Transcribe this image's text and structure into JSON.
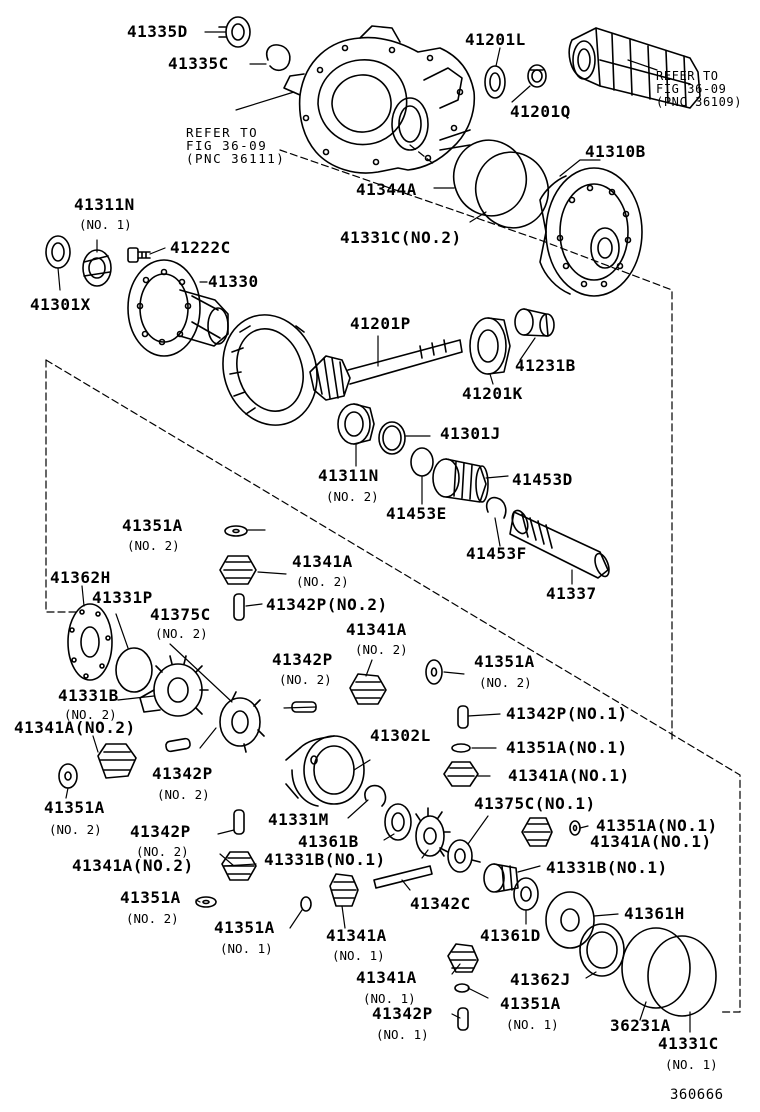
{
  "parts": [
    {
      "id": "p_41335D",
      "pn": "41335D"
    },
    {
      "id": "p_41335C",
      "pn": "41335C"
    },
    {
      "id": "p_41201L",
      "pn": "41201L"
    },
    {
      "id": "p_41201Q",
      "pn": "41201Q"
    },
    {
      "id": "p_41310B",
      "pn": "41310B"
    },
    {
      "id": "p_41344A",
      "pn": "41344A"
    },
    {
      "id": "p_41331C_no2",
      "pn": "41331C(NO.2)"
    },
    {
      "id": "p_41311N_top",
      "pn": "41311N",
      "note": "(NO. 1)"
    },
    {
      "id": "p_41222C",
      "pn": "41222C"
    },
    {
      "id": "p_41330",
      "pn": "41330"
    },
    {
      "id": "p_41301X",
      "pn": "41301X"
    },
    {
      "id": "p_41201P",
      "pn": "41201P"
    },
    {
      "id": "p_41231B",
      "pn": "41231B"
    },
    {
      "id": "p_41201K",
      "pn": "41201K"
    },
    {
      "id": "p_41301J",
      "pn": "41301J"
    },
    {
      "id": "p_41311N_mid",
      "pn": "41311N",
      "note": "(NO. 2)"
    },
    {
      "id": "p_41453D",
      "pn": "41453D"
    },
    {
      "id": "p_41453E",
      "pn": "41453E"
    },
    {
      "id": "p_41453F",
      "pn": "41453F"
    },
    {
      "id": "p_41337",
      "pn": "41337"
    },
    {
      "id": "p_41351A_1",
      "pn": "41351A",
      "note": "(NO. 2)"
    },
    {
      "id": "p_41341A_1",
      "pn": "41341A",
      "note": "(NO. 2)"
    },
    {
      "id": "p_41362H",
      "pn": "41362H"
    },
    {
      "id": "p_41331P",
      "pn": "41331P"
    },
    {
      "id": "p_41375C_1",
      "pn": "41375C",
      "note": "(NO. 2)"
    },
    {
      "id": "p_41342P_1",
      "pn": "41342P(NO.2)"
    },
    {
      "id": "p_41341A_2",
      "pn": "41341A",
      "note": "(NO. 2)"
    },
    {
      "id": "p_41342P_2",
      "pn": "41342P",
      "note": "(NO. 2)"
    },
    {
      "id": "p_41351A_2",
      "pn": "41351A",
      "note": "(NO. 2)"
    },
    {
      "id": "p_41331B_1",
      "pn": "41331B",
      "note": "(NO. 2)"
    },
    {
      "id": "p_41341A_3",
      "pn": "41341A(NO.2)"
    },
    {
      "id": "p_41342P_3",
      "pn": "41342P(NO.1)"
    },
    {
      "id": "p_41302L",
      "pn": "41302L"
    },
    {
      "id": "p_41351A_3",
      "pn": "41351A(NO.1)"
    },
    {
      "id": "p_41342P_4",
      "pn": "41342P",
      "note": "(NO. 2)"
    },
    {
      "id": "p_41341A_4",
      "pn": "41341A(NO.1)"
    },
    {
      "id": "p_41351A_4",
      "pn": "41351A",
      "note": "(NO. 2)"
    },
    {
      "id": "p_41375C_2",
      "pn": "41375C(NO.1)"
    },
    {
      "id": "p_41331M",
      "pn": "41331M"
    },
    {
      "id": "p_41351A_5",
      "pn": "41351A(NO.1)"
    },
    {
      "id": "p_41342P_5",
      "pn": "41342P",
      "note": "(NO. 2)"
    },
    {
      "id": "p_41361B",
      "pn": "41361B"
    },
    {
      "id": "p_41341A_5",
      "pn": "41341A(NO.1)"
    },
    {
      "id": "p_41341A_6",
      "pn": "41341A(NO.2)"
    },
    {
      "id": "p_41331B_2",
      "pn": "41331B(NO.1)"
    },
    {
      "id": "p_41331B_3",
      "pn": "41331B(NO.1)"
    },
    {
      "id": "p_41351A_6",
      "pn": "41351A",
      "note": "(NO. 2)"
    },
    {
      "id": "p_41342C",
      "pn": "41342C"
    },
    {
      "id": "p_41361H",
      "pn": "41361H"
    },
    {
      "id": "p_41351A_7",
      "pn": "41351A",
      "note": "(NO. 1)"
    },
    {
      "id": "p_41341A_7",
      "pn": "41341A",
      "note": "(NO. 1)"
    },
    {
      "id": "p_41361D",
      "pn": "41361D"
    },
    {
      "id": "p_41341A_8",
      "pn": "41341A",
      "note": "(NO. 1)"
    },
    {
      "id": "p_41362J",
      "pn": "41362J"
    },
    {
      "id": "p_41342P_6",
      "pn": "41342P",
      "note": "(NO. 1)"
    },
    {
      "id": "p_41351A_8",
      "pn": "41351A",
      "note": "(NO. 1)"
    },
    {
      "id": "p_36231A",
      "pn": "36231A"
    },
    {
      "id": "p_41331C_no1",
      "pn": "41331C",
      "note": "(NO. 1)"
    }
  ],
  "refs": [
    {
      "id": "ref_a",
      "text": "REFER TO\nFIG 36-09\n(PNC 36111)"
    },
    {
      "id": "ref_b",
      "text": "REFER TO\nFIG 36-09\n(PNC 36109)"
    }
  ],
  "figure_number": "360666"
}
